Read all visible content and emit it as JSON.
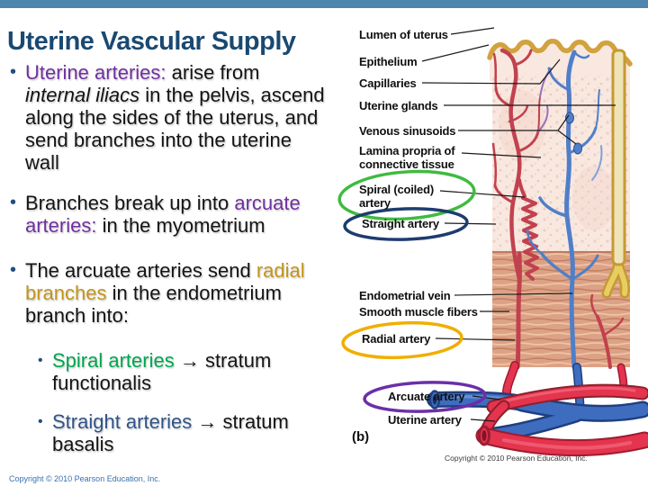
{
  "slide": {
    "title": "Uterine Vascular Supply",
    "footer_copyright": "Copyright © 2010 Pearson Education, Inc.",
    "top_bar_color": "#4E86B0",
    "title_color": "#1A4971"
  },
  "emphasis_colors": {
    "purple": "#7030A0",
    "gold": "#C3951C",
    "green": "#00A551",
    "navy": "#2F5487"
  },
  "bullets": [
    {
      "level": 1,
      "segments": [
        {
          "style": "purple",
          "text": "Uterine arteries:"
        },
        {
          "style": "plain",
          "text": " arise from\n"
        },
        {
          "style": "italic",
          "text": "internal iliacs"
        },
        {
          "style": "plain",
          "text": " in the pelvis, ascend\nalong the sides of the uterus, and\nsend branches into the uterine\nwall"
        }
      ]
    },
    {
      "level": 1,
      "segments": [
        {
          "style": "plain",
          "text": "Branches break up into "
        },
        {
          "style": "purple",
          "text": "arcuate\narteries:"
        },
        {
          "style": "plain",
          "text": " in the myometrium"
        }
      ]
    },
    {
      "level": 1,
      "segments": [
        {
          "style": "plain",
          "text": "The arcuate arteries send "
        },
        {
          "style": "gold",
          "text": "radial\nbranches"
        },
        {
          "style": "plain",
          "text": " in the endometrium\nbranch into:"
        }
      ]
    },
    {
      "level": 2,
      "segments": [
        {
          "style": "green",
          "text": "Spiral arteries"
        },
        {
          "style": "plain",
          "text": " → stratum\nfunctionalis"
        }
      ]
    },
    {
      "level": 2,
      "segments": [
        {
          "style": "navy",
          "text": "Straight arteries"
        },
        {
          "style": "plain",
          "text": " → stratum\nbasalis"
        }
      ]
    }
  ],
  "diagram": {
    "labels": {
      "lumen": "Lumen of uterus",
      "epithelium": "Epithelium",
      "capillaries": "Capillaries",
      "uterine_glands": "Uterine glands",
      "venous_sinusoids": "Venous sinusoids",
      "lamina_propria": "Lamina propria of\nconnective tissue",
      "spiral_artery": "Spiral (coiled)\nartery",
      "straight_artery": "Straight artery",
      "endometrial_vein": "Endometrial vein",
      "smooth_muscle": "Smooth muscle fibers",
      "radial_artery": "Radial artery",
      "arcuate_artery": "Arcuate artery",
      "uterine_artery": "Uterine artery"
    },
    "figure_tag": "(b)",
    "copyright": "Copyright © 2010 Pearson Education, Inc.",
    "annotation_ellipse_colors": {
      "spiral": "#3FBB3F",
      "straight": "#1E3C6E",
      "radial": "#F0AE00",
      "arcuate": "#6B2FA8"
    }
  }
}
